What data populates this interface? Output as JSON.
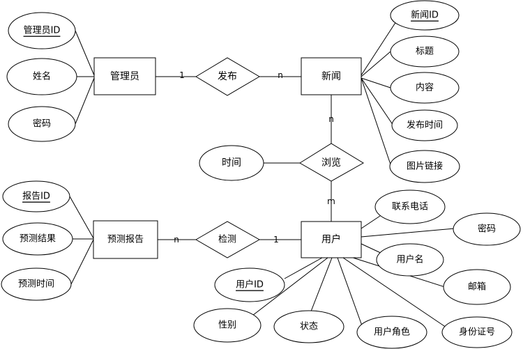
{
  "entities": {
    "admin": "管理员",
    "news": "新闻",
    "report": "预测报告",
    "user": "用户"
  },
  "relationships": {
    "publish": "发布",
    "browse": "浏览",
    "detect": "检测"
  },
  "attributes": {
    "admin_id": "管理员ID",
    "admin_name": "姓名",
    "admin_password": "密码",
    "news_id": "新闻ID",
    "news_title": "标题",
    "news_content": "内容",
    "news_publish_time": "发布时间",
    "news_image_link": "图片链接",
    "browse_time": "时间",
    "report_id": "报告ID",
    "report_result": "预测结果",
    "report_time": "预测时间",
    "user_phone": "联系电话",
    "user_password": "密码",
    "user_name": "用户名",
    "user_email": "邮箱",
    "user_id_card": "身份证号",
    "user_role": "用户角色",
    "user_status": "状态",
    "user_gender": "性别",
    "user_id": "用户ID"
  },
  "cardinalities": {
    "publish_admin": "1",
    "publish_news": "n",
    "browse_news": "n",
    "browse_user": "m",
    "detect_report": "n",
    "detect_user": "1"
  }
}
